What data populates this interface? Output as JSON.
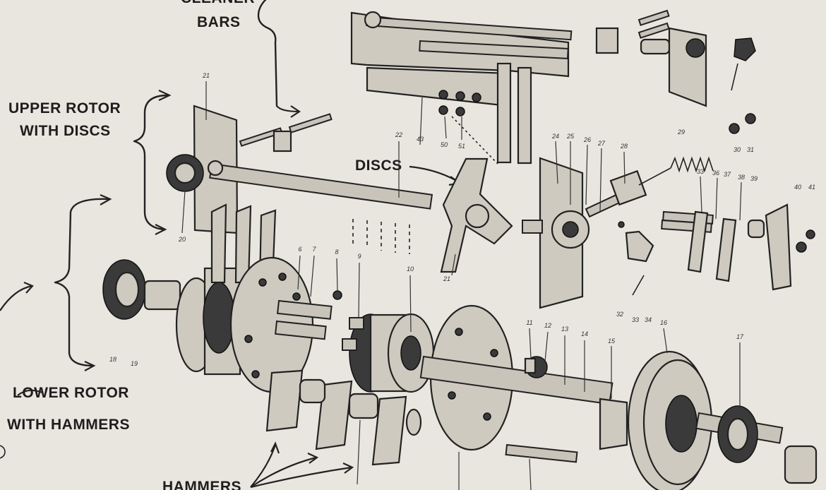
{
  "labels": {
    "cleaner_bars_line1": "CLEANER",
    "cleaner_bars_line2": "BARS",
    "upper_rotor_line1": "UPPER ROTOR",
    "upper_rotor_line2": "WITH DISCS",
    "discs": "DISCS",
    "lower_rotor_line1": "LOWER ROTOR",
    "lower_rotor_line2": "WITH HAMMERS",
    "hammers": "HAMMERS"
  },
  "part_numbers": [
    "21",
    "22",
    "43",
    "50",
    "51",
    "20",
    "21",
    "24",
    "25",
    "26",
    "27",
    "28",
    "29",
    "30",
    "31",
    "33",
    "36",
    "37",
    "38",
    "39",
    "40",
    "41",
    "32",
    "33",
    "34",
    "6",
    "7",
    "8",
    "9",
    "10",
    "11",
    "12",
    "13",
    "14",
    "15",
    "16",
    "17",
    "18",
    "19"
  ]
}
